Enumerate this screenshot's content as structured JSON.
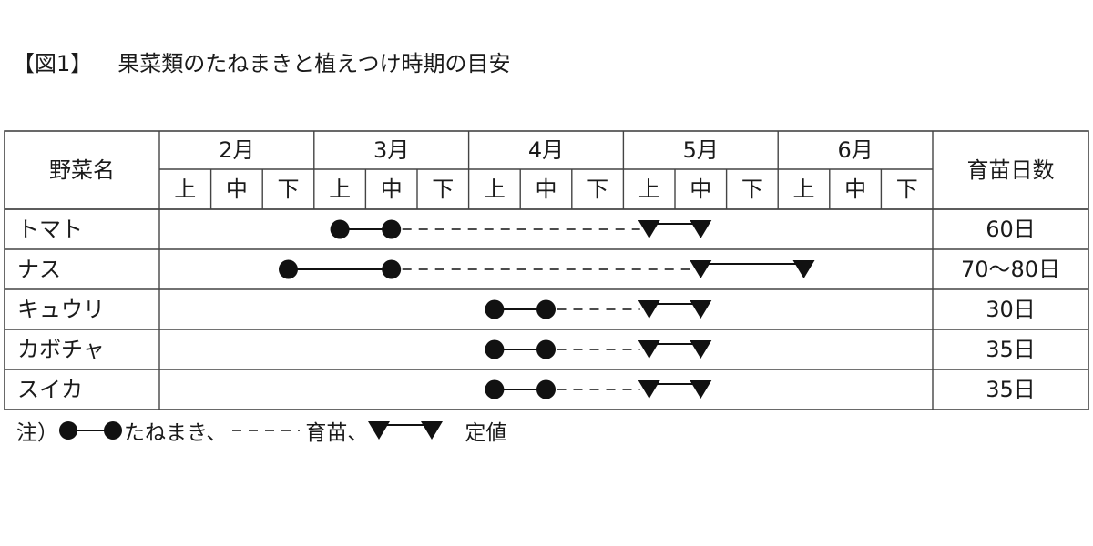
{
  "figure": {
    "number": "【図1】",
    "title": "果菜類のたねまきと植えつけ時期の目安"
  },
  "table": {
    "vegetable_header": "野菜名",
    "months": [
      "2月",
      "3月",
      "4月",
      "5月",
      "6月"
    ],
    "periods": [
      "上",
      "中",
      "下"
    ],
    "days_header": "育苗日数",
    "rows": [
      {
        "name": "トマト",
        "days": "60日",
        "sow": [
          "3月上",
          "3月中"
        ],
        "nursery": [
          "3月中",
          "5月上"
        ],
        "plant": [
          "5月上",
          "5月中"
        ]
      },
      {
        "name": "ナス",
        "days": "70～80日",
        "sow": [
          "2月下",
          "3月中"
        ],
        "nursery": [
          "3月中",
          "5月中"
        ],
        "plant": [
          "5月中",
          "6月上"
        ]
      },
      {
        "name": "キュウリ",
        "days": "30日",
        "sow": [
          "4月上",
          "4月中"
        ],
        "nursery": [
          "4月中",
          "5月上"
        ],
        "plant": [
          "5月上",
          "5月中"
        ]
      },
      {
        "name": "カボチャ",
        "days": "35日",
        "sow": [
          "4月上",
          "4月中"
        ],
        "nursery": [
          "4月中",
          "5月上"
        ],
        "plant": [
          "5月上",
          "5月中"
        ]
      },
      {
        "name": "スイカ",
        "days": "35日",
        "sow": [
          "4月上",
          "4月中"
        ],
        "nursery": [
          "4月中",
          "5月上"
        ],
        "plant": [
          "5月上",
          "5月中"
        ]
      }
    ]
  },
  "legend": {
    "prefix": "注）",
    "sowing": "たねまき、",
    "nursery": "育苗、",
    "planting": "定値"
  }
}
